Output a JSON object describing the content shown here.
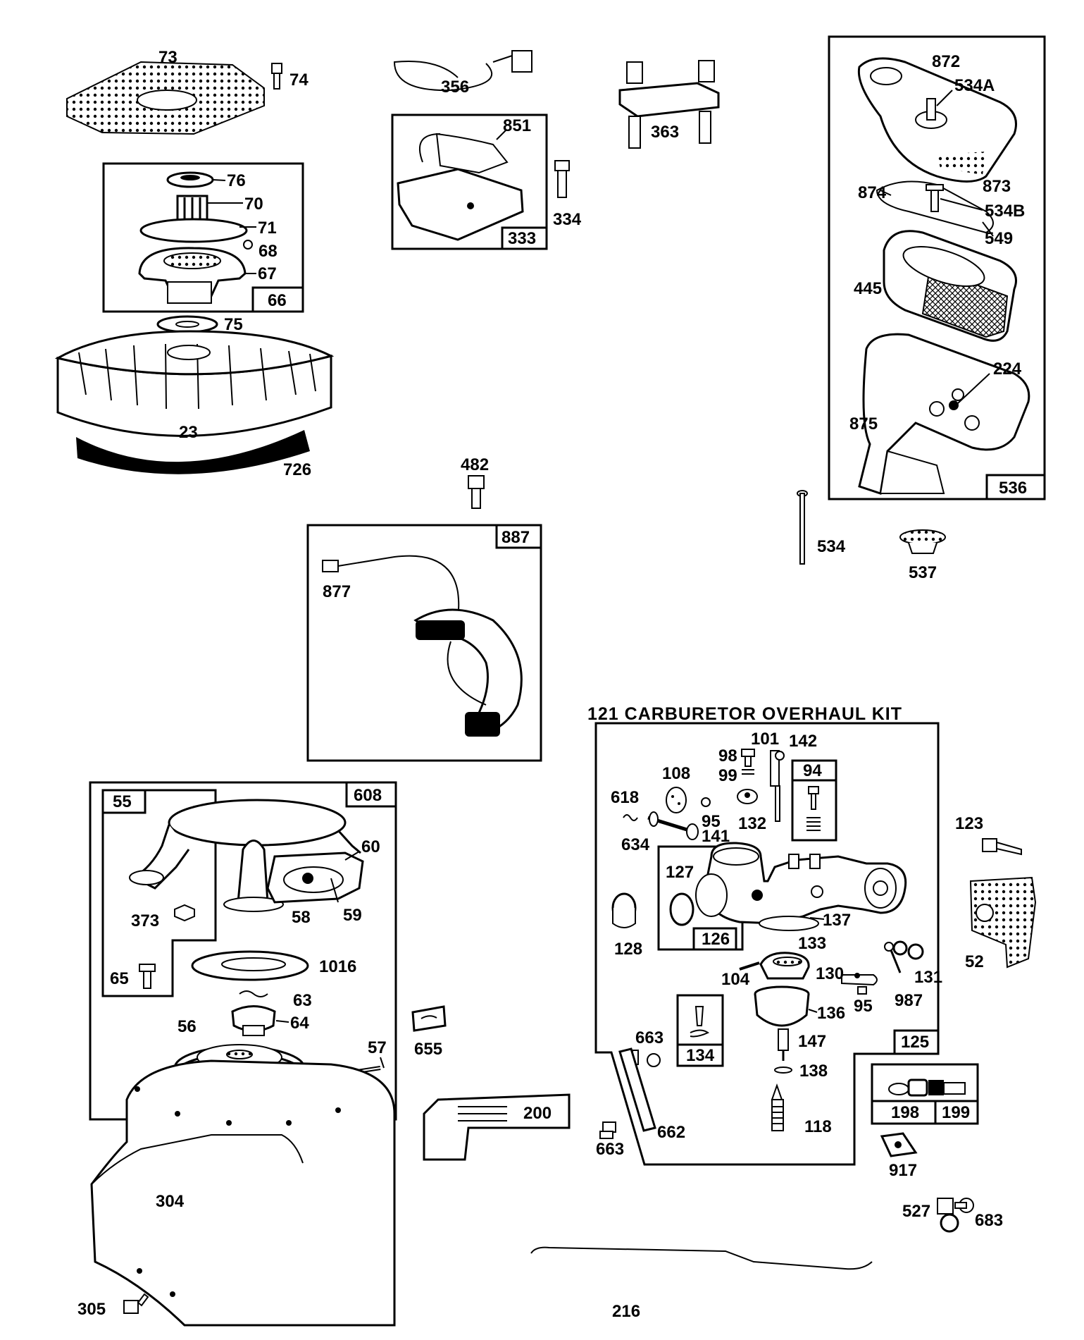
{
  "kit_title": "121 CARBURETOR OVERHAUL KIT",
  "labels": {
    "p73": "73",
    "p74": "74",
    "p76": "76",
    "p70": "70",
    "p71": "71",
    "p68": "68",
    "p67": "67",
    "p66": "66",
    "p75": "75",
    "p23": "23",
    "p726": "726",
    "p356": "356",
    "p851": "851",
    "p333": "333",
    "p334": "334",
    "p363": "363",
    "p872": "872",
    "p534A": "534A",
    "p873": "873",
    "p874": "874",
    "p534B": "534B",
    "p549": "549",
    "p445": "445",
    "p224": "224",
    "p875": "875",
    "p536": "536",
    "p534": "534",
    "p537": "537",
    "p482": "482",
    "p887": "887",
    "p877": "877",
    "p55": "55",
    "p608": "608",
    "p60": "60",
    "p373": "373",
    "p58": "58",
    "p59": "59",
    "p65": "65",
    "p1016": "1016",
    "p63": "63",
    "p64": "64",
    "p56": "56",
    "p57": "57",
    "p655": "655",
    "p200": "200",
    "p304": "304",
    "p305": "305",
    "p216": "216",
    "p101": "101",
    "p142": "142",
    "p98": "98",
    "p99": "99",
    "p94": "94",
    "p108": "108",
    "p618": "618",
    "p95a": "95",
    "p132": "132",
    "p634": "634",
    "p141": "141",
    "p123": "123",
    "p127": "127",
    "p128": "128",
    "p126": "126",
    "p137": "137",
    "p52": "52",
    "p133": "133",
    "p104": "104",
    "p130": "130",
    "p131": "131",
    "p987": "987",
    "p95b": "95",
    "p136": "136",
    "p134": "134",
    "p147": "147",
    "p125": "125",
    "p663a": "663",
    "p138": "138",
    "p198": "198",
    "p199": "199",
    "p662": "662",
    "p663b": "663",
    "p118": "118",
    "p917": "917",
    "p527": "527",
    "p683": "683"
  }
}
